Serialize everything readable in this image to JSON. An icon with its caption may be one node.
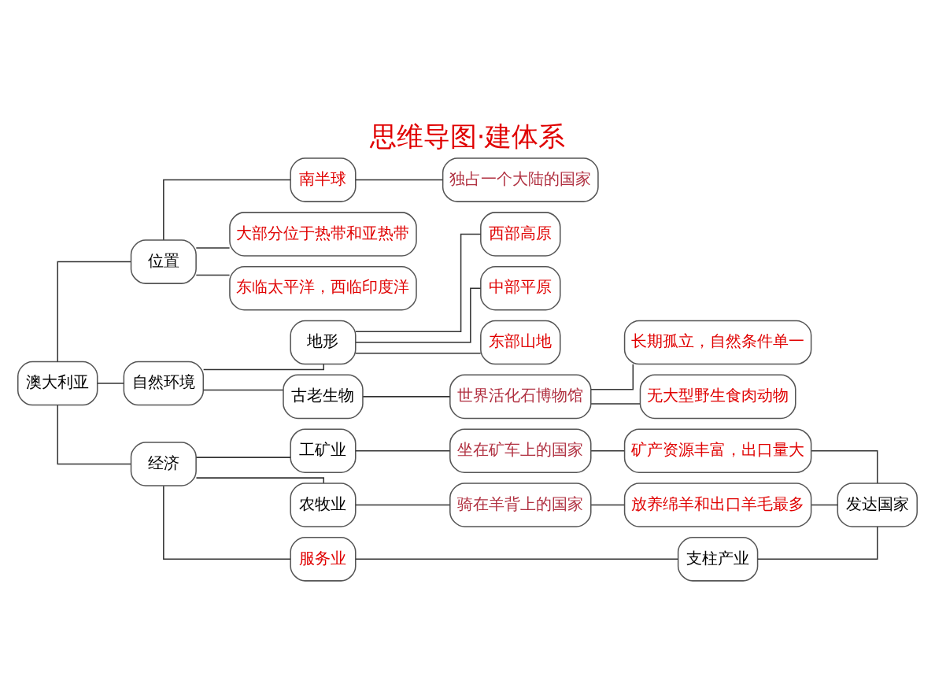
{
  "diagram": {
    "title": "思维导图·建体系",
    "nodes": [
      {
        "text": [
          "澳大利亚"
        ]
      },
      {
        "text": [
          "位置"
        ]
      },
      {
        "text": [
          "南半球"
        ]
      },
      {
        "text": [
          "独占一个大陆的国家"
        ]
      },
      {
        "text": [
          "大部分位于热带和亚热带"
        ]
      },
      {
        "text": [
          "东临太平洋，西临印度洋"
        ]
      },
      {
        "text": [
          "自然环境"
        ]
      },
      {
        "text": [
          "地形"
        ]
      },
      {
        "text": [
          "西部高原"
        ]
      },
      {
        "text": [
          "中部平原"
        ]
      },
      {
        "text": [
          "东部山地"
        ]
      },
      {
        "text": [
          "古老生物"
        ]
      },
      {
        "text": [
          "世界活化石博物馆"
        ]
      },
      {
        "text": [
          "长期孤立，自然条件单一"
        ]
      },
      {
        "text": [
          "无大型野生食肉动物"
        ]
      },
      {
        "text": [
          "经济"
        ]
      },
      {
        "text": [
          "工矿业"
        ]
      },
      {
        "text": [
          "坐在矿车上的国家"
        ]
      },
      {
        "text": [
          "矿产资源丰富，出口量大"
        ]
      },
      {
        "text": [
          "农牧业"
        ]
      },
      {
        "text": [
          "骑在羊背上的国家"
        ]
      },
      {
        "text": [
          "放养绵羊和出口羊毛最多"
        ]
      },
      {
        "text": [
          "服务业"
        ]
      },
      {
        "text": [
          "支柱产业"
        ]
      },
      {
        "text": [
          "发达国家"
        ]
      }
    ],
    "edges": [
      {
        "from": 0,
        "to": 1,
        "arrow": "none"
      },
      {
        "from": 0,
        "to": 6,
        "arrow": "none"
      },
      {
        "from": 0,
        "to": 15,
        "arrow": "none"
      },
      {
        "from": 1,
        "to": 2,
        "arrow": "none"
      },
      {
        "from": 1,
        "to": 4,
        "arrow": "none"
      },
      {
        "from": 1,
        "to": 5,
        "arrow": "none"
      },
      {
        "from": 2,
        "to": 3,
        "arrow": "none"
      },
      {
        "from": 6,
        "to": 7,
        "arrow": "none"
      },
      {
        "from": 6,
        "to": 11,
        "arrow": "none"
      },
      {
        "from": 7,
        "to": 8,
        "arrow": "none"
      },
      {
        "from": 7,
        "to": 9,
        "arrow": "none"
      },
      {
        "from": 7,
        "to": 10,
        "arrow": "none"
      },
      {
        "from": 11,
        "to": 12,
        "arrow": "none"
      },
      {
        "from": 12,
        "to": 13,
        "arrow": "none"
      },
      {
        "from": 12,
        "to": 14,
        "arrow": "none"
      },
      {
        "from": 15,
        "to": 16,
        "arrow": "none"
      },
      {
        "from": 15,
        "to": 19,
        "arrow": "none"
      },
      {
        "from": 15,
        "to": 22,
        "arrow": "none"
      },
      {
        "from": 16,
        "to": 17,
        "arrow": "none"
      },
      {
        "from": 17,
        "to": 18,
        "arrow": "none"
      },
      {
        "from": 19,
        "to": 20,
        "arrow": "none"
      },
      {
        "from": 20,
        "to": 21,
        "arrow": "none"
      },
      {
        "from": 22,
        "to": 23,
        "arrow": "none"
      },
      {
        "from": 18,
        "to": 24,
        "arrow": "none"
      },
      {
        "from": 21,
        "to": 24,
        "arrow": "none"
      },
      {
        "from": 23,
        "to": 24,
        "arrow": "none"
      }
    ]
  }
}
